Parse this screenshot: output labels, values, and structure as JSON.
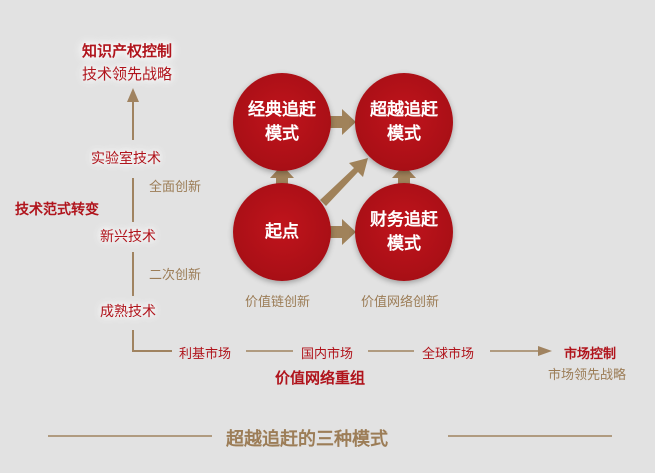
{
  "top": {
    "line1": "知识产权控制",
    "line2": "技术领先战略"
  },
  "vertical": {
    "lab": "实验室技术",
    "full_innovation": "全面创新",
    "paradigm": "技术范式转变",
    "emerging": "新兴技术",
    "secondary_innovation": "二次创新",
    "mature": "成熟技术"
  },
  "circles": {
    "classic": [
      "经典追赶",
      "模式"
    ],
    "beyond": [
      "超越追赶",
      "模式"
    ],
    "start": "起点",
    "finance": [
      "财务追赶",
      "模式"
    ]
  },
  "captions": {
    "value_chain": "价值链创新",
    "value_network": "价值网络创新"
  },
  "horizontal": {
    "niche": "利基市场",
    "domestic": "国内市场",
    "global": "全球市场",
    "control": "市场控制",
    "control_sub": "市场领先战略",
    "restructure": "价值网络重组"
  },
  "title": "超越追赶的三种模式",
  "colors": {
    "red": "#b0141c",
    "tan": "#9c7d57",
    "background": "#e2e2e2"
  }
}
